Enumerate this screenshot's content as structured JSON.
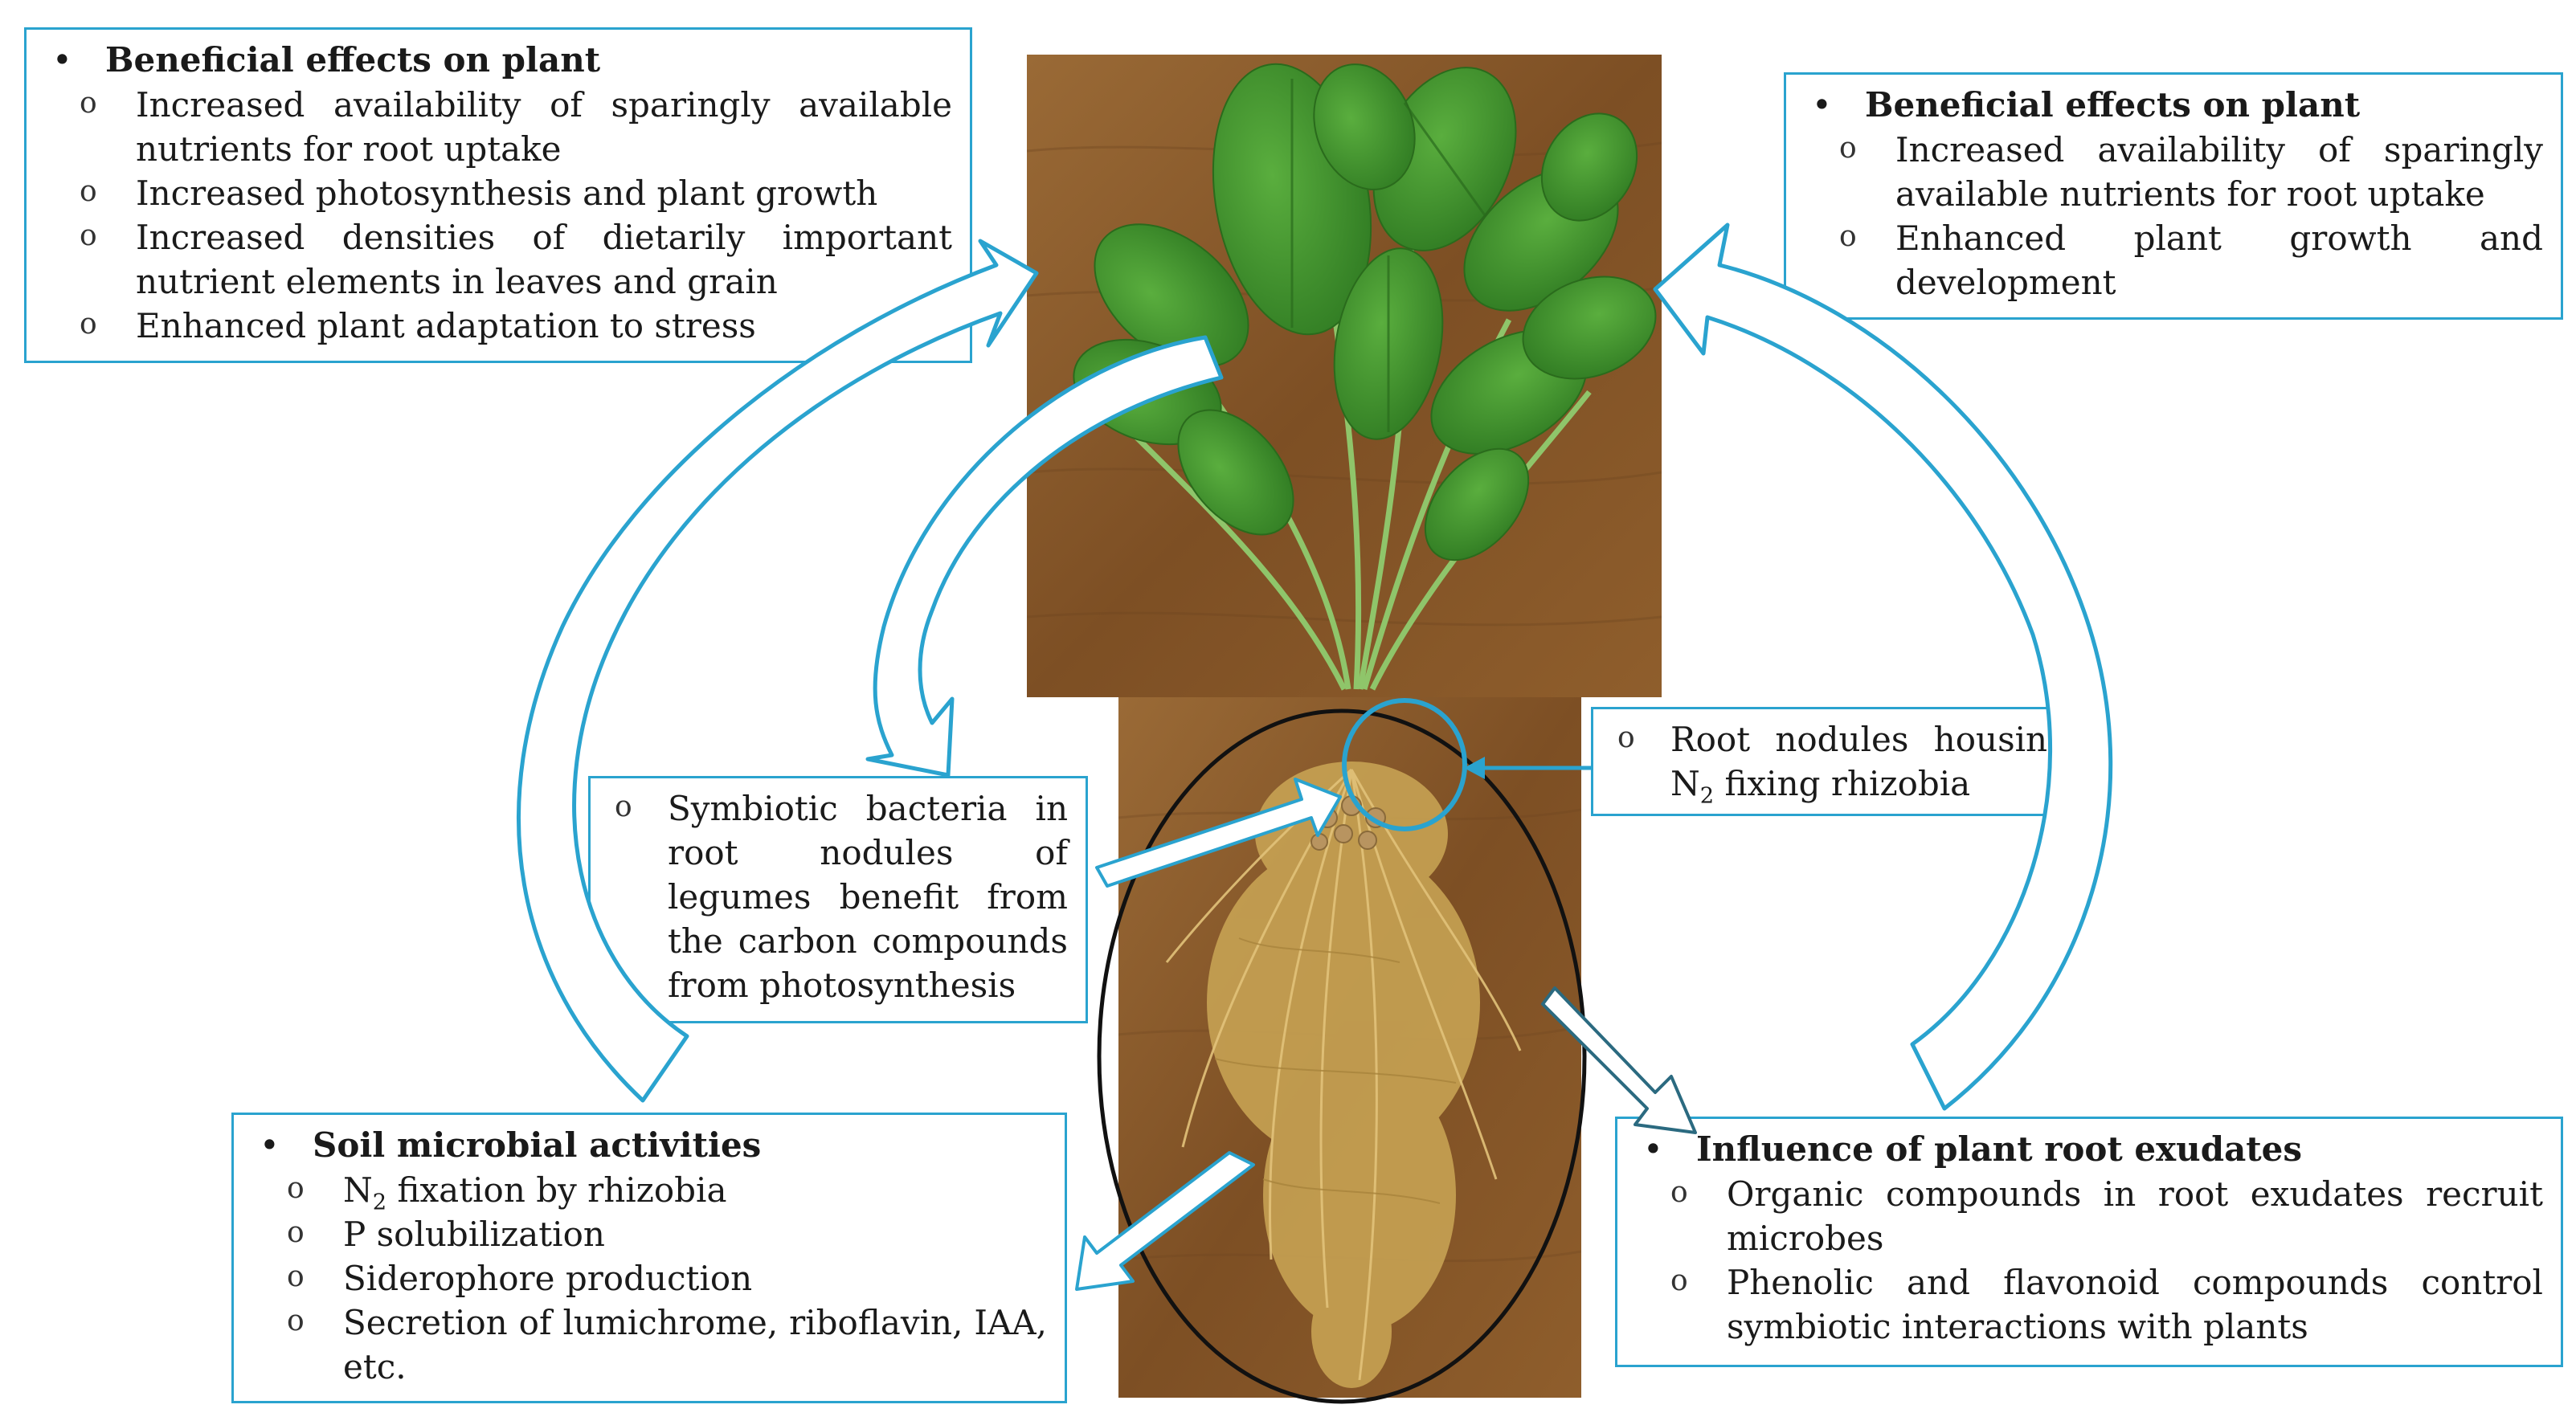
{
  "top_left_box": {
    "heading": "Beneficial effects on plant",
    "items": [
      "Increased availability of sparingly available nutrients for root uptake",
      "Increased photosynthesis and plant growth",
      "Increased densities of dietarily important nutrient elements in leaves and grain",
      "Enhanced plant adaptation to stress"
    ]
  },
  "top_right_box": {
    "heading": "Beneficial effects on plant",
    "items": [
      "Increased availability of sparingly available nutrients for root uptake",
      "Enhanced plant growth and development"
    ]
  },
  "nodules_box": {
    "text_before_sub": "Root nodules housing N",
    "sub": "2",
    "text_after_sub": " fixing rhizobia"
  },
  "symbiotic_box": {
    "text": "Symbiotic bacteria in root nodules of legumes benefit from the carbon compounds from photosynthesis"
  },
  "soil_box": {
    "heading": "Soil microbial activities",
    "item1_before_sub": "N",
    "item1_sub": "2",
    "item1_after_sub": " fixation by rhizobia",
    "items": [
      "P solubilization",
      "Siderophore production",
      "Secretion of lumichrome, riboflavin, IAA, etc."
    ]
  },
  "exudates_box": {
    "heading": "Influence of plant root exudates",
    "items": [
      "Organic compounds in root exudates recruit microbes",
      "Phenolic and flavonoid compounds control symbiotic interactions with plants"
    ]
  },
  "colors": {
    "accent": "#2aa3cf",
    "dark_arrow": "#2b6a80",
    "wood": "#8a5a2b",
    "leaf": "#3f8f2e",
    "root": "#c9a050"
  }
}
